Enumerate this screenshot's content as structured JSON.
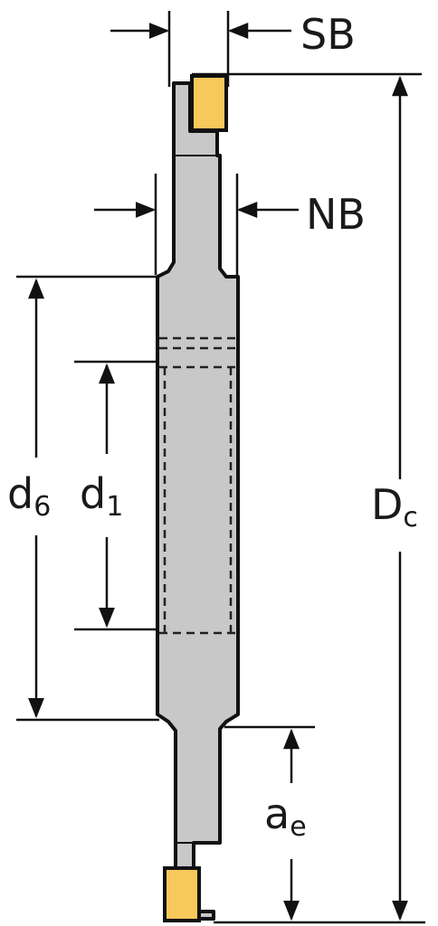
{
  "labels": {
    "sb": "SB",
    "nb": "NB",
    "d6_main": "d",
    "d6_sub": "6",
    "d1_main": "d",
    "d1_sub": "1",
    "dc_main": "D",
    "dc_sub": "c",
    "ae_main": "a",
    "ae_sub": "e"
  },
  "colors": {
    "body_fill": "#c8c8c8",
    "outline": "#111111",
    "insert_fill": "#f7c85a",
    "line": "#111111"
  }
}
